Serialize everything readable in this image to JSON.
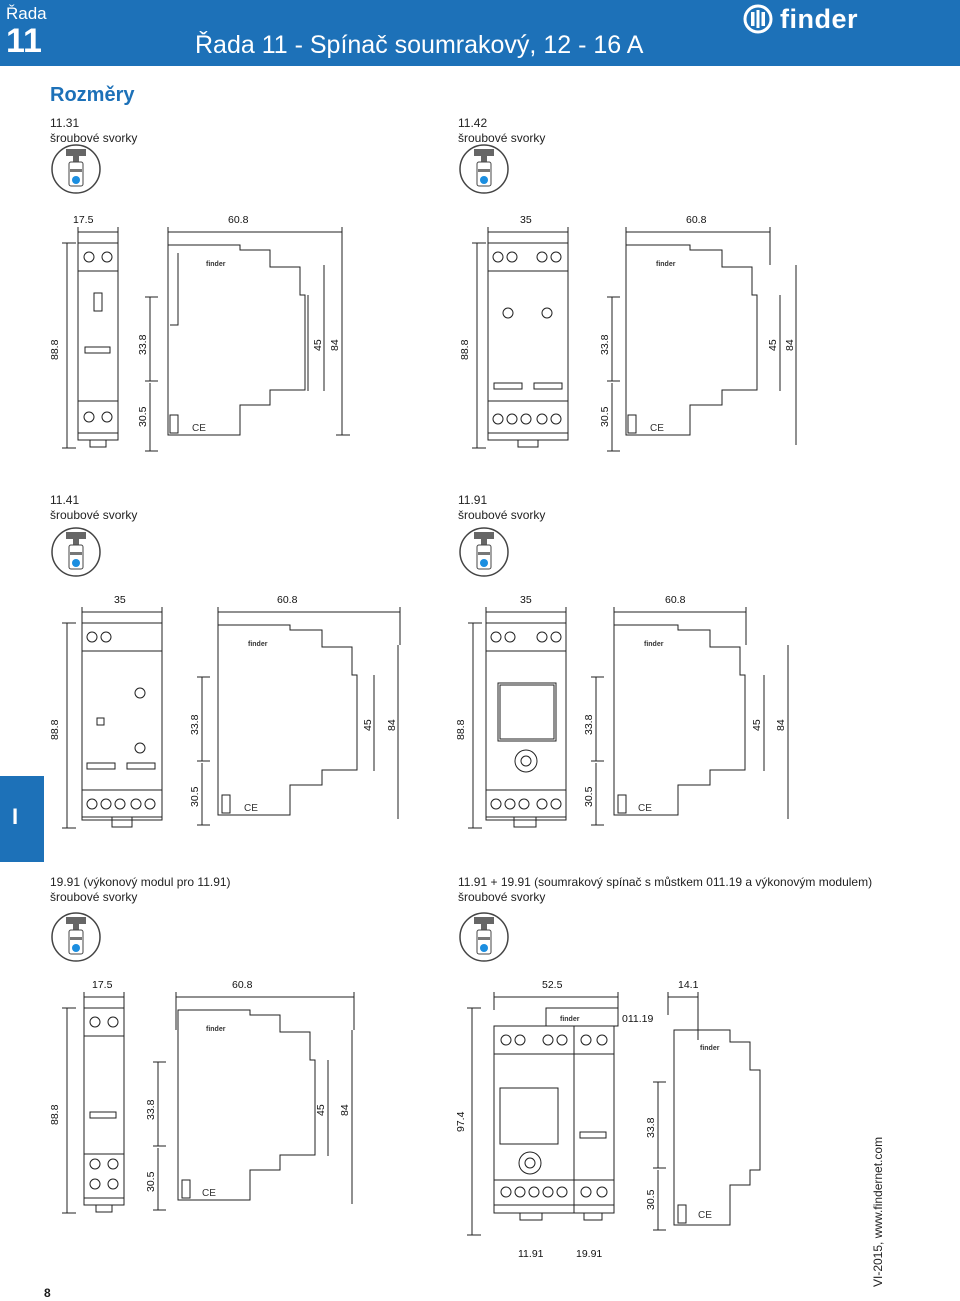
{
  "header": {
    "series_label": "Řada",
    "series_number": "11",
    "title": "Řada 11 - Spínač soumrakový, 12 - 16 A",
    "logo_text": "finder"
  },
  "section_title": "Rozměry",
  "side_tab": "I",
  "page_number": "8",
  "footer_text": "VI-2015, www.findernet.com",
  "blocks": [
    {
      "code": "11.31",
      "terminals": "šroubové svorky",
      "dims": {
        "w1": "17.5",
        "w2": "60.8",
        "h1": "88.8",
        "h2": "33.8",
        "h3": "30.5",
        "h4": "45",
        "h5": "84"
      }
    },
    {
      "code": "11.42",
      "terminals": "šroubové svorky",
      "dims": {
        "w1": "35",
        "w2": "60.8",
        "h1": "88.8",
        "h2": "33.8",
        "h3": "30.5",
        "h4": "45",
        "h5": "84"
      }
    },
    {
      "code": "11.41",
      "terminals": "šroubové svorky",
      "dims": {
        "w1": "35",
        "w2": "60.8",
        "h1": "88.8",
        "h2": "33.8",
        "h3": "30.5",
        "h4": "45",
        "h5": "84"
      }
    },
    {
      "code": "11.91",
      "terminals": "šroubové svorky",
      "dims": {
        "w1": "35",
        "w2": "60.8",
        "h1": "88.8",
        "h2": "33.8",
        "h3": "30.5",
        "h4": "45",
        "h5": "84"
      }
    },
    {
      "code": "19.91 (výkonový modul pro 11.91)",
      "terminals": "šroubové svorky",
      "dims": {
        "w1": "17.5",
        "w2": "60.8",
        "h1": "88.8",
        "h2": "33.8",
        "h3": "30.5",
        "h4": "45",
        "h5": "84"
      }
    },
    {
      "code": "11.91 + 19.91 (soumrakový spínač s můstkem 011.19 a výkonovým modulem)",
      "terminals": "šroubové svorky",
      "dims": {
        "w1": "52.5",
        "w2": "14.1",
        "h1": "97.4",
        "h2": "33.8",
        "h3": "30.5",
        "bridge": "011.19",
        "left_label": "11.91",
        "right_label": "19.91"
      }
    }
  ],
  "colors": {
    "brand": "#1d71b8",
    "accent": "#1b8ee0"
  }
}
